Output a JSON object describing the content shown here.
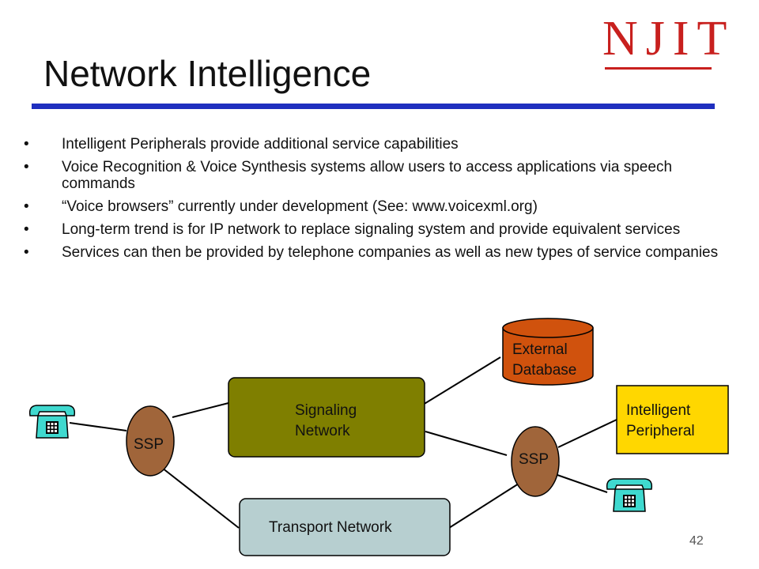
{
  "logo": {
    "text": "NJIT"
  },
  "title": "Network Intelligence",
  "bullets": [
    {
      "marker": "•",
      "text": "Intelligent Peripherals provide additional service capabilities"
    },
    {
      "marker": "•",
      "text": "Voice Recognition & Voice Synthesis systems allow users to access applications via speech commands"
    },
    {
      "marker": "•",
      "text": "“Voice browsers” currently under development (See: www.voicexml.org)"
    },
    {
      "marker": "•",
      "text": "Long-term trend is for IP network to replace signaling system and provide equivalent services"
    },
    {
      "marker": "•",
      "text": "Services can then be provided by telephone companies as well as new types of service companies"
    }
  ],
  "diagram": {
    "external_database": {
      "line1": "External",
      "line2": "Database"
    },
    "signaling_network": {
      "line1": "Signaling",
      "line2": "Network"
    },
    "transport_network": "Transport Network",
    "ssp_left": "SSP",
    "ssp_right": "SSP",
    "intelligent_peripheral": {
      "line1": "Intelligent",
      "line2": "Peripheral"
    },
    "colors": {
      "database": "#d0520d",
      "signaling": "#7f7f00",
      "transport": "#b7cfd0",
      "ssp": "#a0653a",
      "peripheral": "#ffd700",
      "phone": "#3fd9cf"
    }
  },
  "page_number": "42"
}
